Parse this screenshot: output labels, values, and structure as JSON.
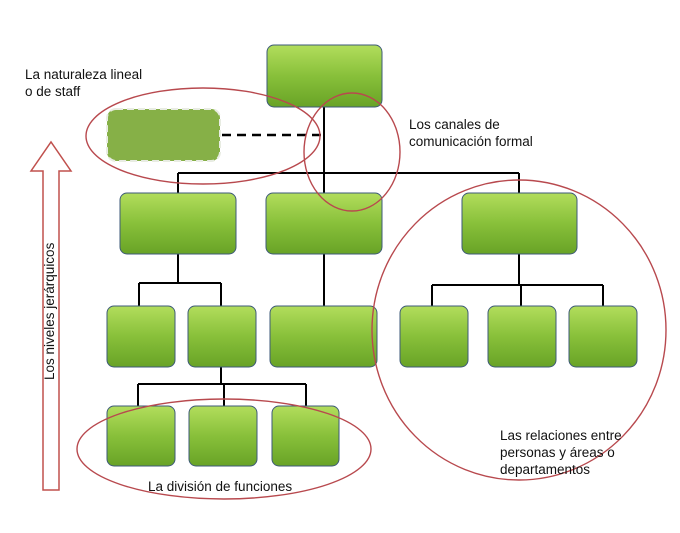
{
  "labels": {
    "staff_line1": "La naturaleza lineal",
    "staff_line2": "o de staff",
    "canales_line1": "Los canales de",
    "canales_line2": "comunicación formal",
    "relaciones_line1": "Las relaciones entre",
    "relaciones_line2": "personas y áreas o",
    "relaciones_line3": "departamentos",
    "division": "La división de funciones",
    "niveles": "Los niveles jerárquicos"
  },
  "colors": {
    "box_fill_top": "#a6d64e",
    "box_fill_bottom": "#6aa528",
    "box_border": "#3d5a78",
    "staff_fill": "#86b047",
    "ellipse_stroke": "#b8494e",
    "connector": "#000000",
    "arrow_stroke": "#c0504d"
  }
}
